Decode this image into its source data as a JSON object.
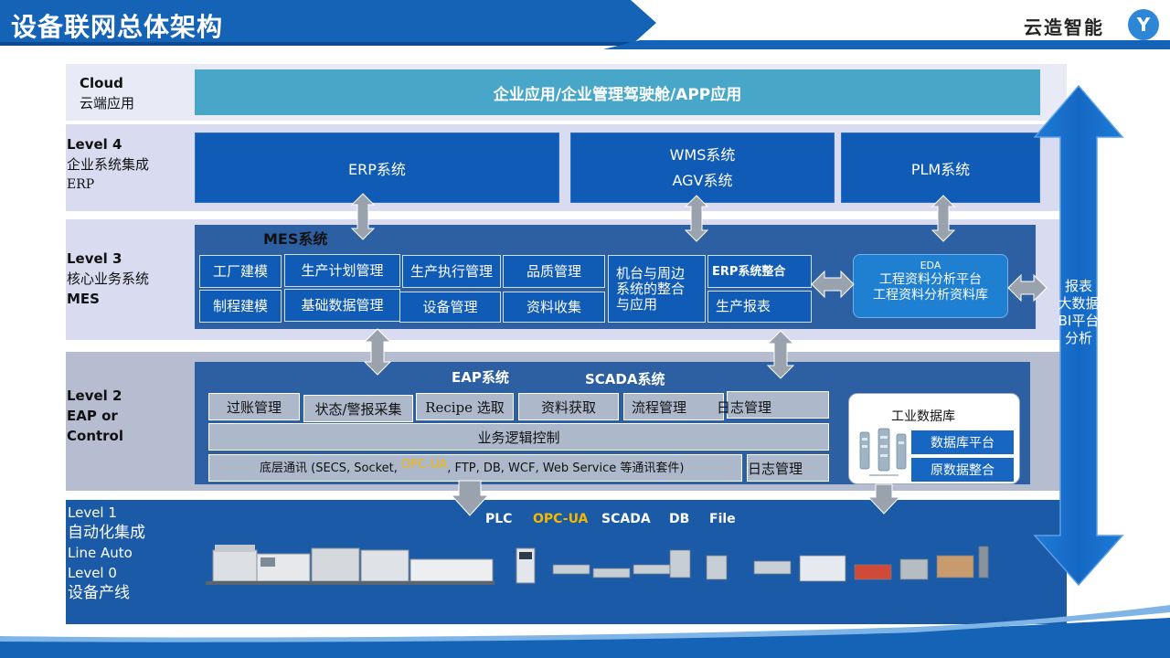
{
  "header": {
    "title": "设备联网总体架构",
    "brand": "云造智能",
    "logo_glyph": "Y",
    "accent_color": "#1563b7"
  },
  "cloud": {
    "label_en": "Cloud",
    "label_cn": "云端应用",
    "bar": "企业应用/企业管理驾驶舱/APP应用"
  },
  "level4": {
    "line1": "Level 4",
    "line2": "企业系统集成",
    "line3": "ERP",
    "erp": "ERP系统",
    "wms": "WMS系统",
    "agv": "AGV系统",
    "plm": "PLM系统"
  },
  "level3": {
    "line1": "Level 3",
    "line2": "核心业务系统",
    "line3": "MES",
    "mes_title": "MES系统",
    "cells": {
      "factory_model": "工厂建模",
      "production_plan": "生产计划管理",
      "production_exec": "生产执行管理",
      "quality": "品质管理",
      "process_model": "制程建模",
      "base_data": "基础数据管理",
      "equipment": "设备管理",
      "data_collect": "资料收集",
      "machine_integration": "机台与周边系统的整合与应用",
      "erp_integration": "ERP系统整合",
      "production_report": "生产报表"
    },
    "eda": {
      "title": "EDA",
      "line1": "工程资料分析平台",
      "line2": "工程资料分析资料库"
    }
  },
  "level2": {
    "line1": "Level 2",
    "line2": "EAP or",
    "line3": "Control",
    "eap_title": "EAP系统",
    "scada_title": "SCADA系统",
    "row1": [
      "过账管理",
      "状态/警报采集",
      "Recipe 选取",
      "资料获取",
      "流程管理",
      "日志管理"
    ],
    "logic": "业务逻辑控制",
    "comm_prefix": "底层通讯 (SECS, Socket, ",
    "comm_highlight": "OPC-UA",
    "comm_suffix": ", FTP, DB, WCF, Web Service 等通讯套件)",
    "log2": "日志管理",
    "industrial_db": {
      "title": "工业数据库",
      "item1": "数据库平台",
      "item2": "原数据整合"
    }
  },
  "level1": {
    "line1": "Level 1",
    "line2": "自动化集成",
    "line3": "Line Auto",
    "line4": "Level 0",
    "line5": "设备产线",
    "protocols": [
      "PLC",
      "OPC-UA",
      "SCADA",
      "DB",
      "File"
    ],
    "highlight_color": "#f5b800"
  },
  "side_arrow": {
    "lines": [
      "报表",
      "大数据",
      "BI平台",
      "分析"
    ]
  }
}
